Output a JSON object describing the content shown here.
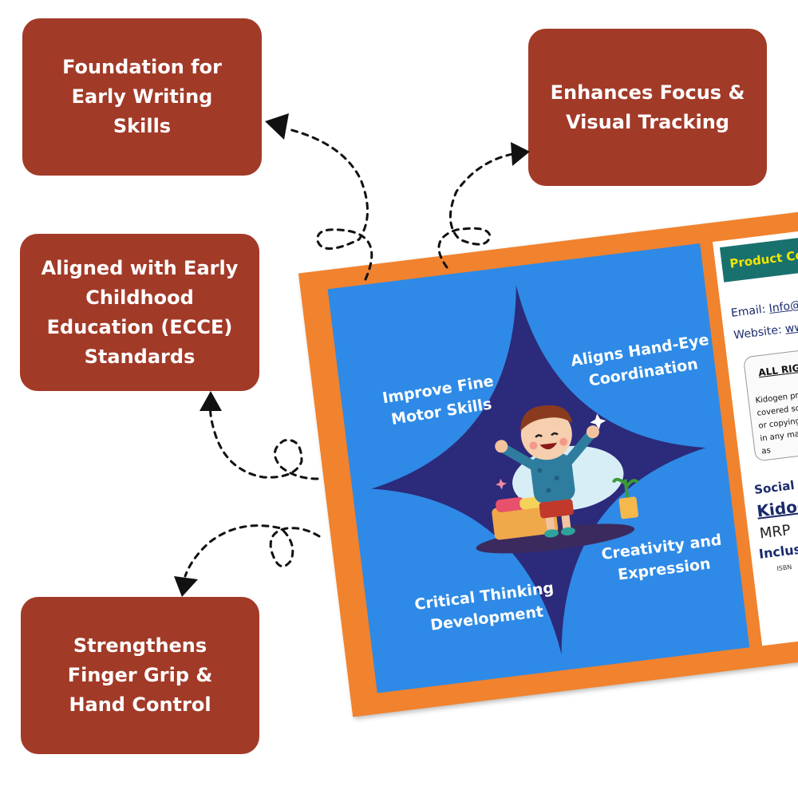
{
  "callouts": {
    "top_left": "Foundation for\nEarly Writing\nSkills",
    "top_right": "Enhances Focus &\nVisual Tracking",
    "middle_left": "Aligned with Early\nChildhood\nEducation (ECCE)\nStandards",
    "bottom_left": "Strengthens\nFinger Grip &\nHand Control"
  },
  "product_card": {
    "skills": {
      "top_left": "Improve Fine\nMotor Skills",
      "top_right": "Aligns Hand-Eye\nCoordination",
      "bottom_left": "Critical Thinking\nDevelopment",
      "bottom_right": "Creativity and\nExpression"
    },
    "info": {
      "product_code_label": "Product Code",
      "email_label": "Email:",
      "email_value": "Info@ki",
      "website_label": "Website:",
      "website_value": "www.",
      "rights_title": "ALL RIGHTS",
      "rights_text": "Kidogen produ\ncovered so a\nor copying\nin any mann\nas",
      "social_label": "Social",
      "brand_partial": "Kidog",
      "mrp_label": "MRP",
      "inclusive_label": "Inclusi",
      "isbn_label": "ISBN"
    }
  },
  "colors": {
    "callout_bg": "#a23a28",
    "card_orange": "#f1822e",
    "card_blue": "#2e8ae6",
    "star_navy": "#2c2a7a",
    "product_code_bg": "#19716e",
    "product_code_text": "#f2e600"
  }
}
